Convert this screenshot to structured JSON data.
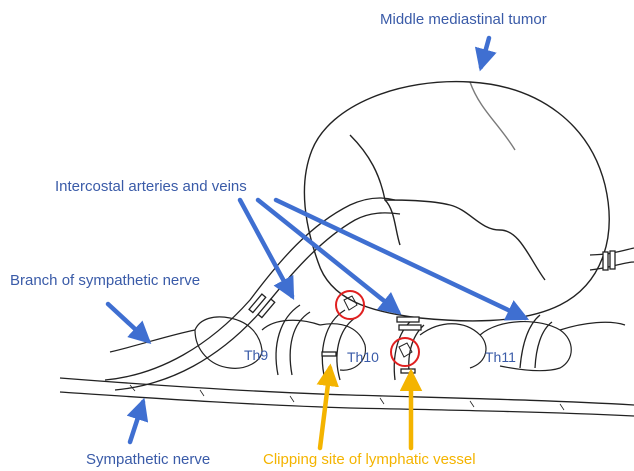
{
  "labels": {
    "tumor": "Middle mediastinal tumor",
    "intercostal": "Intercostal arteries and veins",
    "branch_nerve": "Branch of sympathetic nerve",
    "th9": "Th9",
    "th10": "Th10",
    "th11": "Th11",
    "sympathetic_nerve": "Sympathetic nerve",
    "clipping_site": "Clipping site of lymphatic vessel"
  },
  "colors": {
    "label_blue": "#3a5ba8",
    "arrow_blue": "#3f6fd1",
    "arrow_orange": "#f4b400",
    "circle_red": "#e02020",
    "ink": "#222222"
  }
}
